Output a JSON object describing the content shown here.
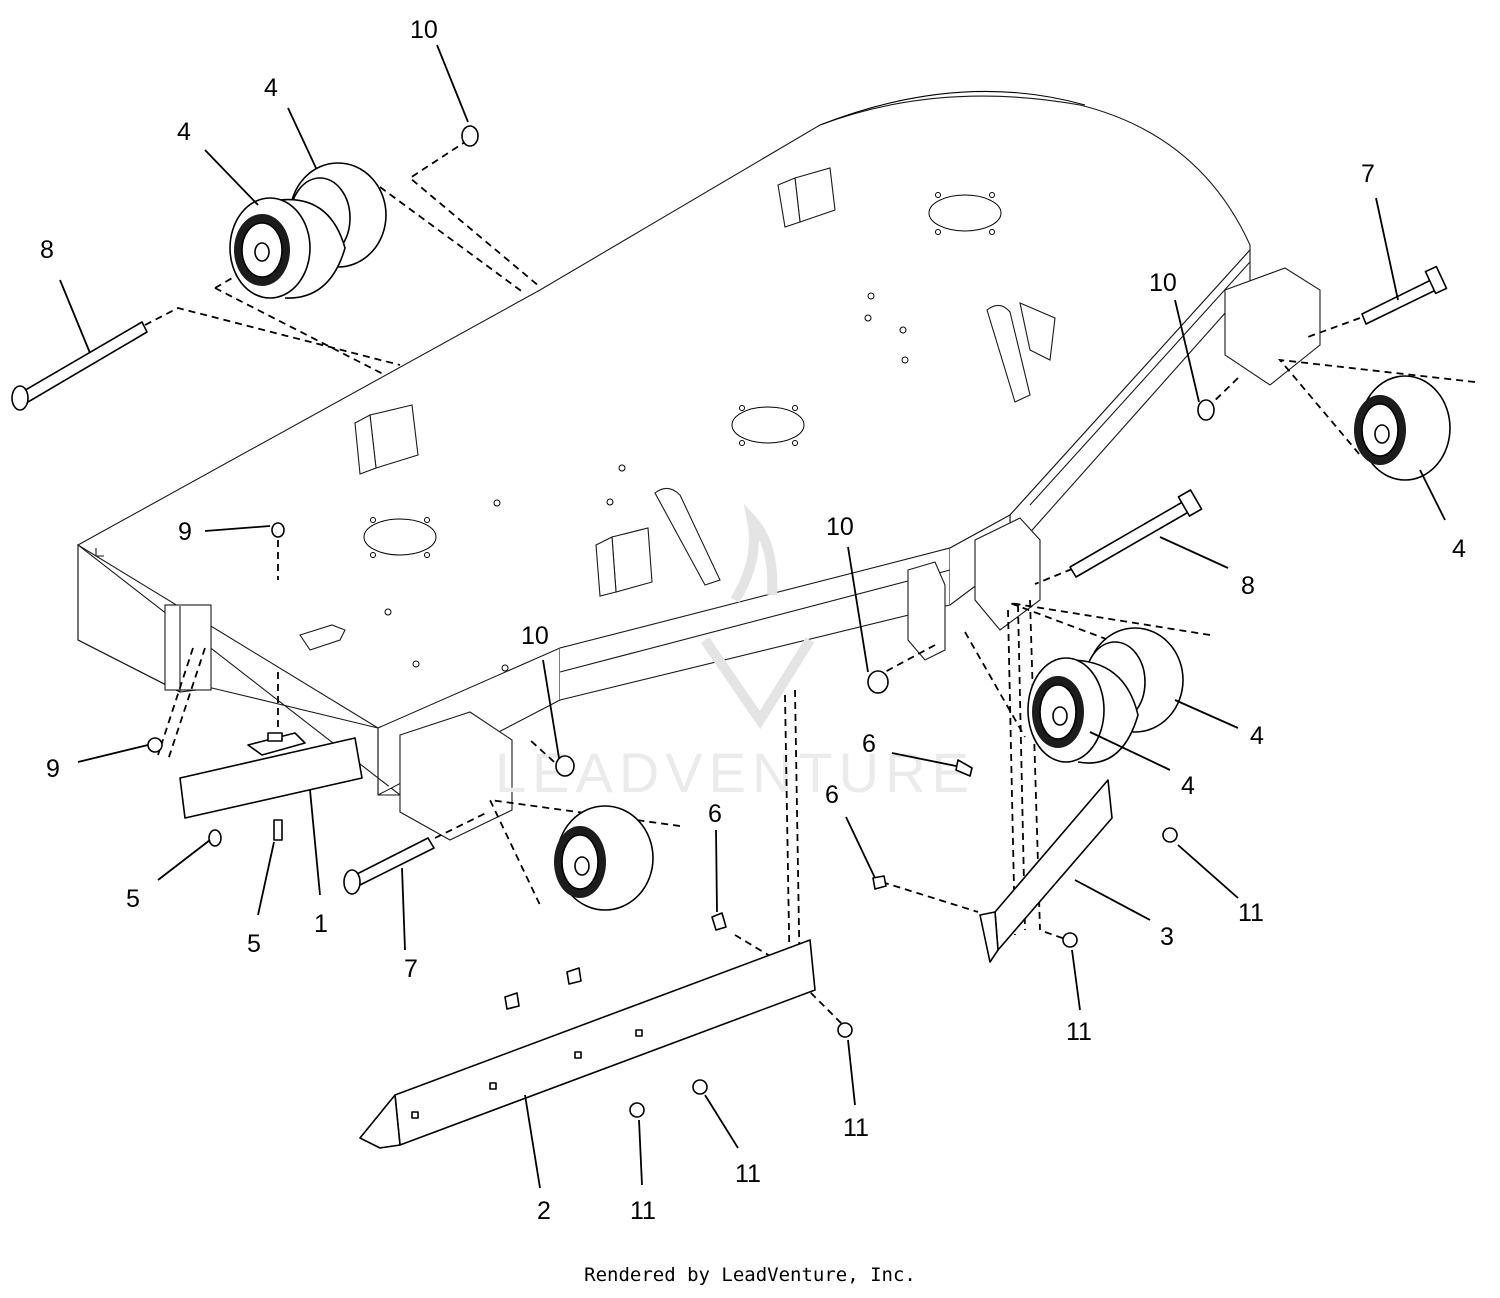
{
  "diagram": {
    "watermark": "LEADVENTURE",
    "footer": "Rendered by LeadVenture, Inc.",
    "callouts": [
      {
        "id": "c10a",
        "label": "10"
      },
      {
        "id": "c4a",
        "label": "4"
      },
      {
        "id": "c4b",
        "label": "4"
      },
      {
        "id": "c8a",
        "label": "8"
      },
      {
        "id": "c7a",
        "label": "7"
      },
      {
        "id": "c10b",
        "label": "10"
      },
      {
        "id": "c4c",
        "label": "4"
      },
      {
        "id": "c9a",
        "label": "9"
      },
      {
        "id": "c10c",
        "label": "10"
      },
      {
        "id": "c8b",
        "label": "8"
      },
      {
        "id": "c10d",
        "label": "10"
      },
      {
        "id": "c4d",
        "label": "4"
      },
      {
        "id": "c4e",
        "label": "4"
      },
      {
        "id": "c9b",
        "label": "9"
      },
      {
        "id": "c6a",
        "label": "6"
      },
      {
        "id": "c6b",
        "label": "6"
      },
      {
        "id": "c6c",
        "label": "6"
      },
      {
        "id": "c5a",
        "label": "5"
      },
      {
        "id": "c5b",
        "label": "5"
      },
      {
        "id": "c1",
        "label": "1"
      },
      {
        "id": "c7b",
        "label": "7"
      },
      {
        "id": "c11a",
        "label": "11"
      },
      {
        "id": "c3",
        "label": "3"
      },
      {
        "id": "c11b",
        "label": "11"
      },
      {
        "id": "c11c",
        "label": "11"
      },
      {
        "id": "c11d",
        "label": "11"
      },
      {
        "id": "c11e",
        "label": "11"
      },
      {
        "id": "c2",
        "label": "2"
      }
    ]
  }
}
